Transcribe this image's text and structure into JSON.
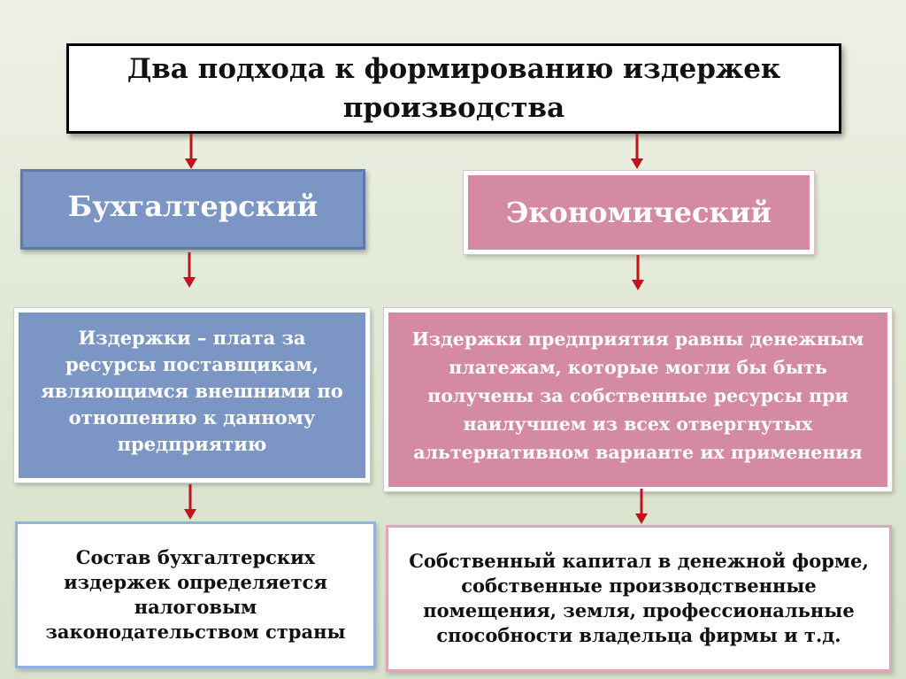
{
  "title": "Два подхода к формированию издержек производства",
  "left": {
    "heading": "Бухгалтерский",
    "description": "Издержки – плата за ресурсы поставщикам, являющимся внешними по отношению к данному предприятию",
    "detail": "Состав бухгалтерских издержек определяется налоговым законодательством страны"
  },
  "right": {
    "heading": "Экономический",
    "description": "Издержки предприятия равны денежным платежам, которые могли бы быть получены за собственные ресурсы при наилучшем из всех отвергнутых альтернативном варианте их применения",
    "detail": "Собственный капитал в денежной форме, собственные производственные помещения, земля, профессиональные способности владельца фирмы и т.д."
  },
  "colors": {
    "accounting_fill": "#7b96c4",
    "economic_fill": "#d48aa2",
    "arrow": "#c0141c"
  }
}
